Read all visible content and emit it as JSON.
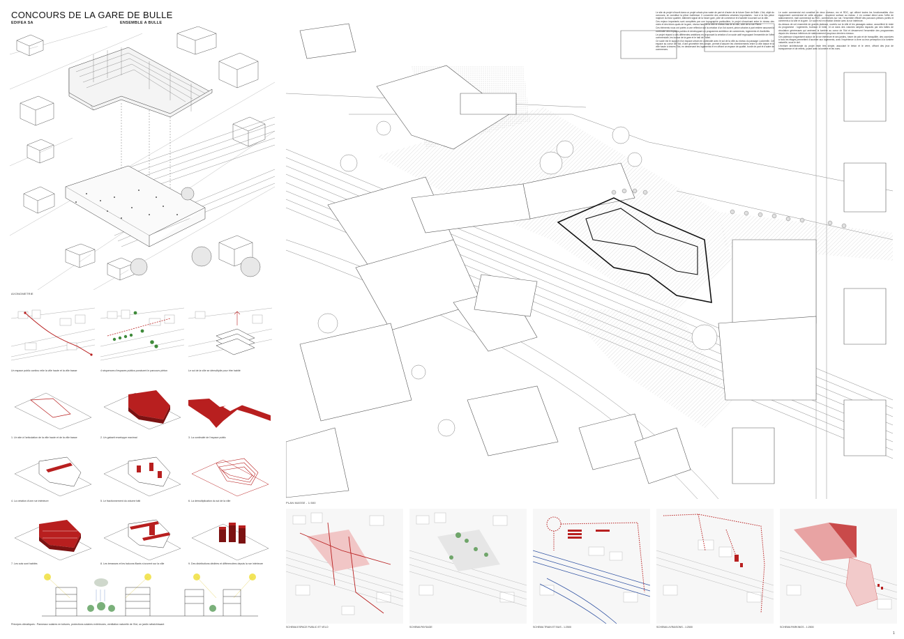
{
  "header": {
    "title": "CONCOURS DE LA GARE DE BULLE",
    "company": "EDIFEA SA",
    "project": "ENSEMBLE A BULLE"
  },
  "axonometry": {
    "label": "AXONOMETRIE"
  },
  "concept_row1": [
    "Un espace public continu relie la ville haute et la ville basse",
    "4 séquences d'espaces publics ponctuent le parcours piéton",
    "Le sol de la ville se démultiplie pour être habité"
  ],
  "concept_steps": [
    "1. Un site à l'articulation de la ville haute et de la ville basse",
    "2. Un gabarit enveloppe maximal",
    "3. La continuité de l'espace public",
    "4. La création d'une rue intérieure",
    "5. Le fractionnement du volume bâti",
    "6. La démultiplication du sol de la ville",
    "7. Les sols sont habités",
    "8. Les terrasses et les balcons filants s'ouvrent sur la ville",
    "9. Des distributions dédiées et différenciées depuis la rue intérieure"
  ],
  "climate_caption": "Principes climatiques : Panneaux solaires en toitures, protections solaires extérieures, ventilation naturelle de l'îlot, un jardin rafraîchissant",
  "plan": {
    "label": "PLAN MASSE - 1:500"
  },
  "schemas": [
    "SCHEMA ESPACE PUBLIC ET VELO",
    "SCHEMA PAYSAGE",
    "SCHEMA TRAIN ET BUS - 1:2500",
    "SCHEMA LIVRAISONS - 1:2500",
    "SCHEMA PARKINGS - 1:2500"
  ],
  "text_col1": [
    "Le site du projet s'inscrit dans un projet urbain plus vaste de part et d'autre de la future Gare de Bulle. L'ilot, objet du concours, en constitue la pièce maîtresse. Il concentre des ambitions urbaines importantes : tout à la fois pièce majeure du futur quartier, bâtiment signal de la future gare, pôle de commerce et d'activité s'ouvrant sur la ville.",
    "Ces enjeux importants sont complétés par une topographie particulière, le projet s'inscrivant entre le niveau des voies et des futurs quais de la gare, niveau haut de la ville et niveau bas de la ville, côté de la rue Pierre.",
    "Ces éléments nous ont portés à une réflexion sur la création d'un îlot ouvert, pièce urbaine à part entière assurant la continuité des espaces publics et développant un programme ambitieux de commerces, logements et d'activités.",
    "Le projet répond à ces différentes ambitions en proposant la création d'un socle actif regroupant l'ensemble de l'offre commerciale, les locaux de la gare et le hall de l'hôtel.",
    "Ce socle est le support d'un espace urbain en continuité avec le sol de la ville au niveau du passage Lockerelle. Cet espace au coeur de l'îlot, d'une géométrie très simple, permet d'assurer les cheminements entre la ville basse et la ville haute à travers l'îlot, en desservant les logements et en offrant un espace de qualité, bordé de part et d'autre de commerces."
  ],
  "text_col2": [
    "Le socle commercial est constitué de deux niveaux, rez et RDC, qui offrent toutes les fonctionnalités d'un équipement commercial de cette ampleur : moyenne surface au niveau -1 en contact direct avec l'offre de stationnement, mail commercial au RDC, commerces sur rue, l'ensemble effectif des parcours piétons portés et cohérents à la ville et la gare. Ce socle est en relation directe avec la rue intérieure.",
    "Au-dessus de cet ensemble de grands plateaux, ouverts sur la ville et les passages autour, accueillent le reste du programme : logements, bureaux et hôtel, et ce dans des volumes simples espacés par des failles de circulation généreuses qui amènent la lumière au coeur de l'îlot et desservent l'ensemble des programmes depuis les niveaux inférieurs de stationnement jusqu'aux derniers niveaux.",
    "Ces plateaux s'organisent autour de la rue intérieure et ses jardins, havre de paix et de tranquillité, des coursives à tous les étages permettent d'accéder aux logements, avec l'expérience à vivre ou leur perception à la lumière naturelle, sous le ciel.",
    "L'écriture architecturale du projet reste très simple, associant le béton et le verre, offrant des jeux de transparence et de reflets, jouant avec la lumière et les vues."
  ],
  "page_number": "1",
  "colors": {
    "accent_red": "#b81f1f",
    "blue": "#2c4fa0",
    "line": "#222222"
  }
}
